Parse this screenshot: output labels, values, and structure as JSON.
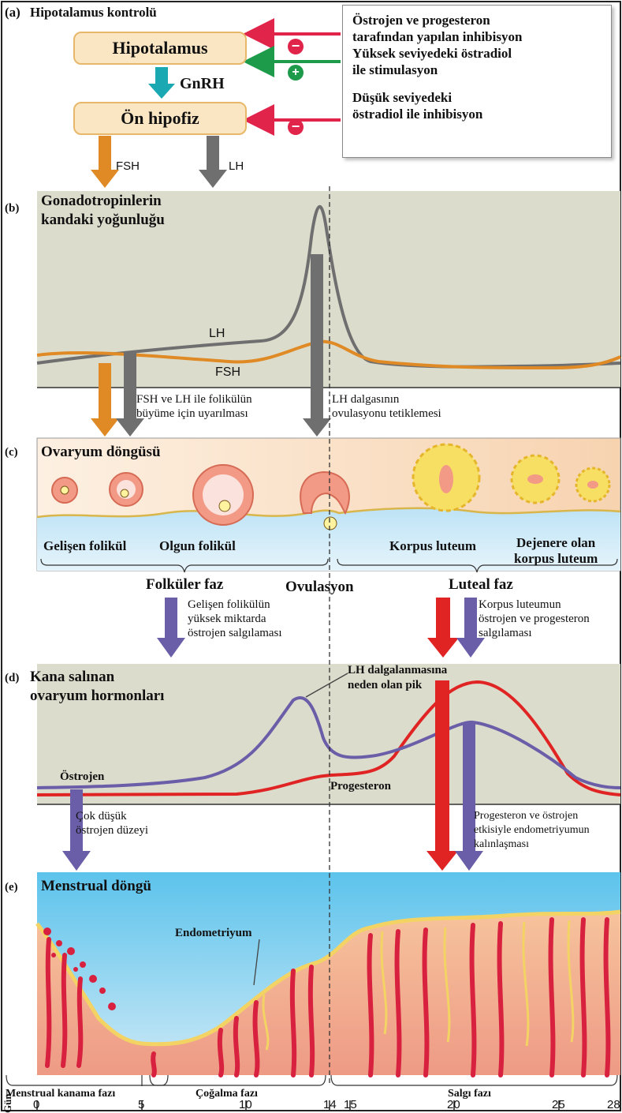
{
  "section_a": {
    "label": "(a)",
    "title": "Hipotalamus kontrolü",
    "hypothalamus": "Hipotalamus",
    "gnrh": "GnRH",
    "pituitary": "Ön hipofiz",
    "fsh": "FSH",
    "lh": "LH",
    "info_box1": [
      "Östrojen ve progesteron",
      "tarafından yapılan inhibisyon",
      "Yüksek seviyedeki östradiol",
      "ile stimulasyon"
    ],
    "info_box2": [
      "Düşük seviyedeki",
      "östradiol ile inhibisyon"
    ],
    "minus": "−",
    "plus": "+"
  },
  "section_b": {
    "label": "(b)",
    "title": [
      "Gonadotropinlerin",
      "kandaki yoğunluğu"
    ],
    "lh_curve": "LH",
    "fsh_curve": "FSH",
    "note1": [
      "FSH ve LH ile folikülün",
      "büyüme için uyarılması"
    ],
    "note2": [
      "LH dalgasının",
      "ovulasyonu tetiklemesi"
    ]
  },
  "section_c": {
    "label": "(c)",
    "title": "Ovaryum döngüsü",
    "developing": "Gelişen folikül",
    "mature": "Olgun folikül",
    "corpus": "Korpus luteum",
    "degenerate": [
      "Dejenere olan",
      "korpus luteum"
    ],
    "follicular": "Folküler faz",
    "ovulation": "Ovulasyon",
    "luteal": "Luteal faz",
    "note1": [
      "Gelişen folikülün",
      "yüksek miktarda",
      "östrojen salgılaması"
    ],
    "note2": [
      "Korpus luteumun",
      "östrojen ve progesteron",
      "salgılaması"
    ]
  },
  "section_d": {
    "label": "(d)",
    "title": [
      "Kana salınan",
      "ovaryum hormonları"
    ],
    "peak_note": [
      "LH dalgalanmasına",
      "neden olan pik"
    ],
    "estrogen": "Östrojen",
    "progesterone": "Progesteron",
    "note1": [
      "Çok düşük",
      "östrojen düzeyi"
    ],
    "note2": [
      "Progesteron ve östrojen",
      "etkisiyle endometriyumun",
      "kalınlaşması"
    ]
  },
  "section_e": {
    "label": "(e)",
    "title": "Menstrual döngü",
    "endometrium": "Endometriyum",
    "phase1": "Menstrual kanama fazı",
    "phase2": "Çoğalma fazı",
    "phase3": "Salgı fazı"
  },
  "axis": {
    "label": "Gün",
    "ticks": [
      "0",
      "5",
      "10",
      "14",
      "15",
      "20",
      "25",
      "28"
    ]
  },
  "colors": {
    "fsh": "#e08a25",
    "lh": "#6f6f6f",
    "estrogen": "#6b5ea8",
    "progesterone": "#e02424",
    "inhibit": "#e0244a",
    "stimulate": "#1d9a4a",
    "gnrh": "#1aa9b3"
  }
}
